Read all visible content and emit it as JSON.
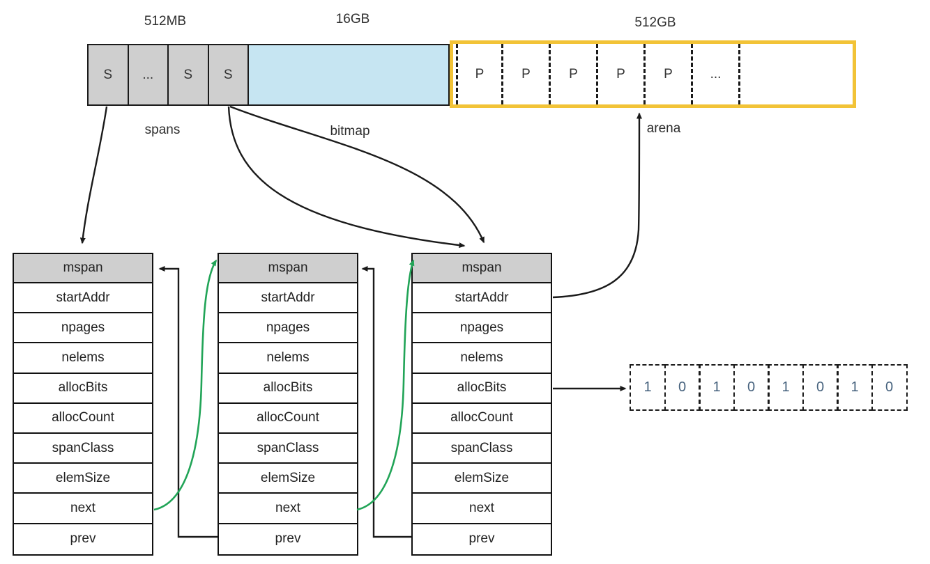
{
  "memory_bar": {
    "spans_section": {
      "size_label": "512MB",
      "cells": [
        "S",
        "...",
        "S",
        "S"
      ],
      "label": "spans"
    },
    "bitmap_section": {
      "size_label": "16GB",
      "label": "bitmap"
    },
    "arena_section": {
      "size_label": "512GB",
      "cells": [
        "P",
        "P",
        "P",
        "P",
        "P",
        "..."
      ],
      "label": "arena"
    }
  },
  "mspan_tables": {
    "count": 3,
    "title": "mspan",
    "fields": [
      "startAddr",
      "npages",
      "nelems",
      "allocBits",
      "allocCount",
      "spanClass",
      "elemSize",
      "next",
      "prev"
    ]
  },
  "alloc_bits_array": {
    "values": [
      "1",
      "0",
      "1",
      "0",
      "1",
      "0",
      "1",
      "0"
    ]
  },
  "colors": {
    "gray_cell": "#cfcfcf",
    "bitmap_blue": "#c6e5f2",
    "arena_yellow": "#f2c337",
    "arrow_black": "#1a1a1a",
    "arrow_green": "#21a457"
  }
}
